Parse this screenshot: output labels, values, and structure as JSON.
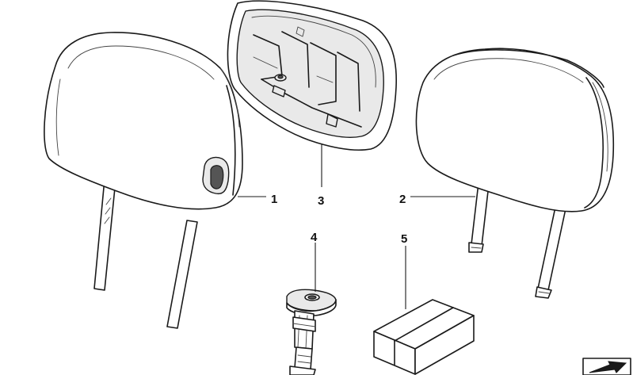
{
  "callouts": {
    "part1": "1",
    "part2": "2",
    "part3": "3",
    "part4": "4",
    "part5": "5"
  },
  "icons": {
    "corner": "arrow-right-icon"
  },
  "colors": {
    "line": "#1a1a1a",
    "background": "#ffffff"
  }
}
